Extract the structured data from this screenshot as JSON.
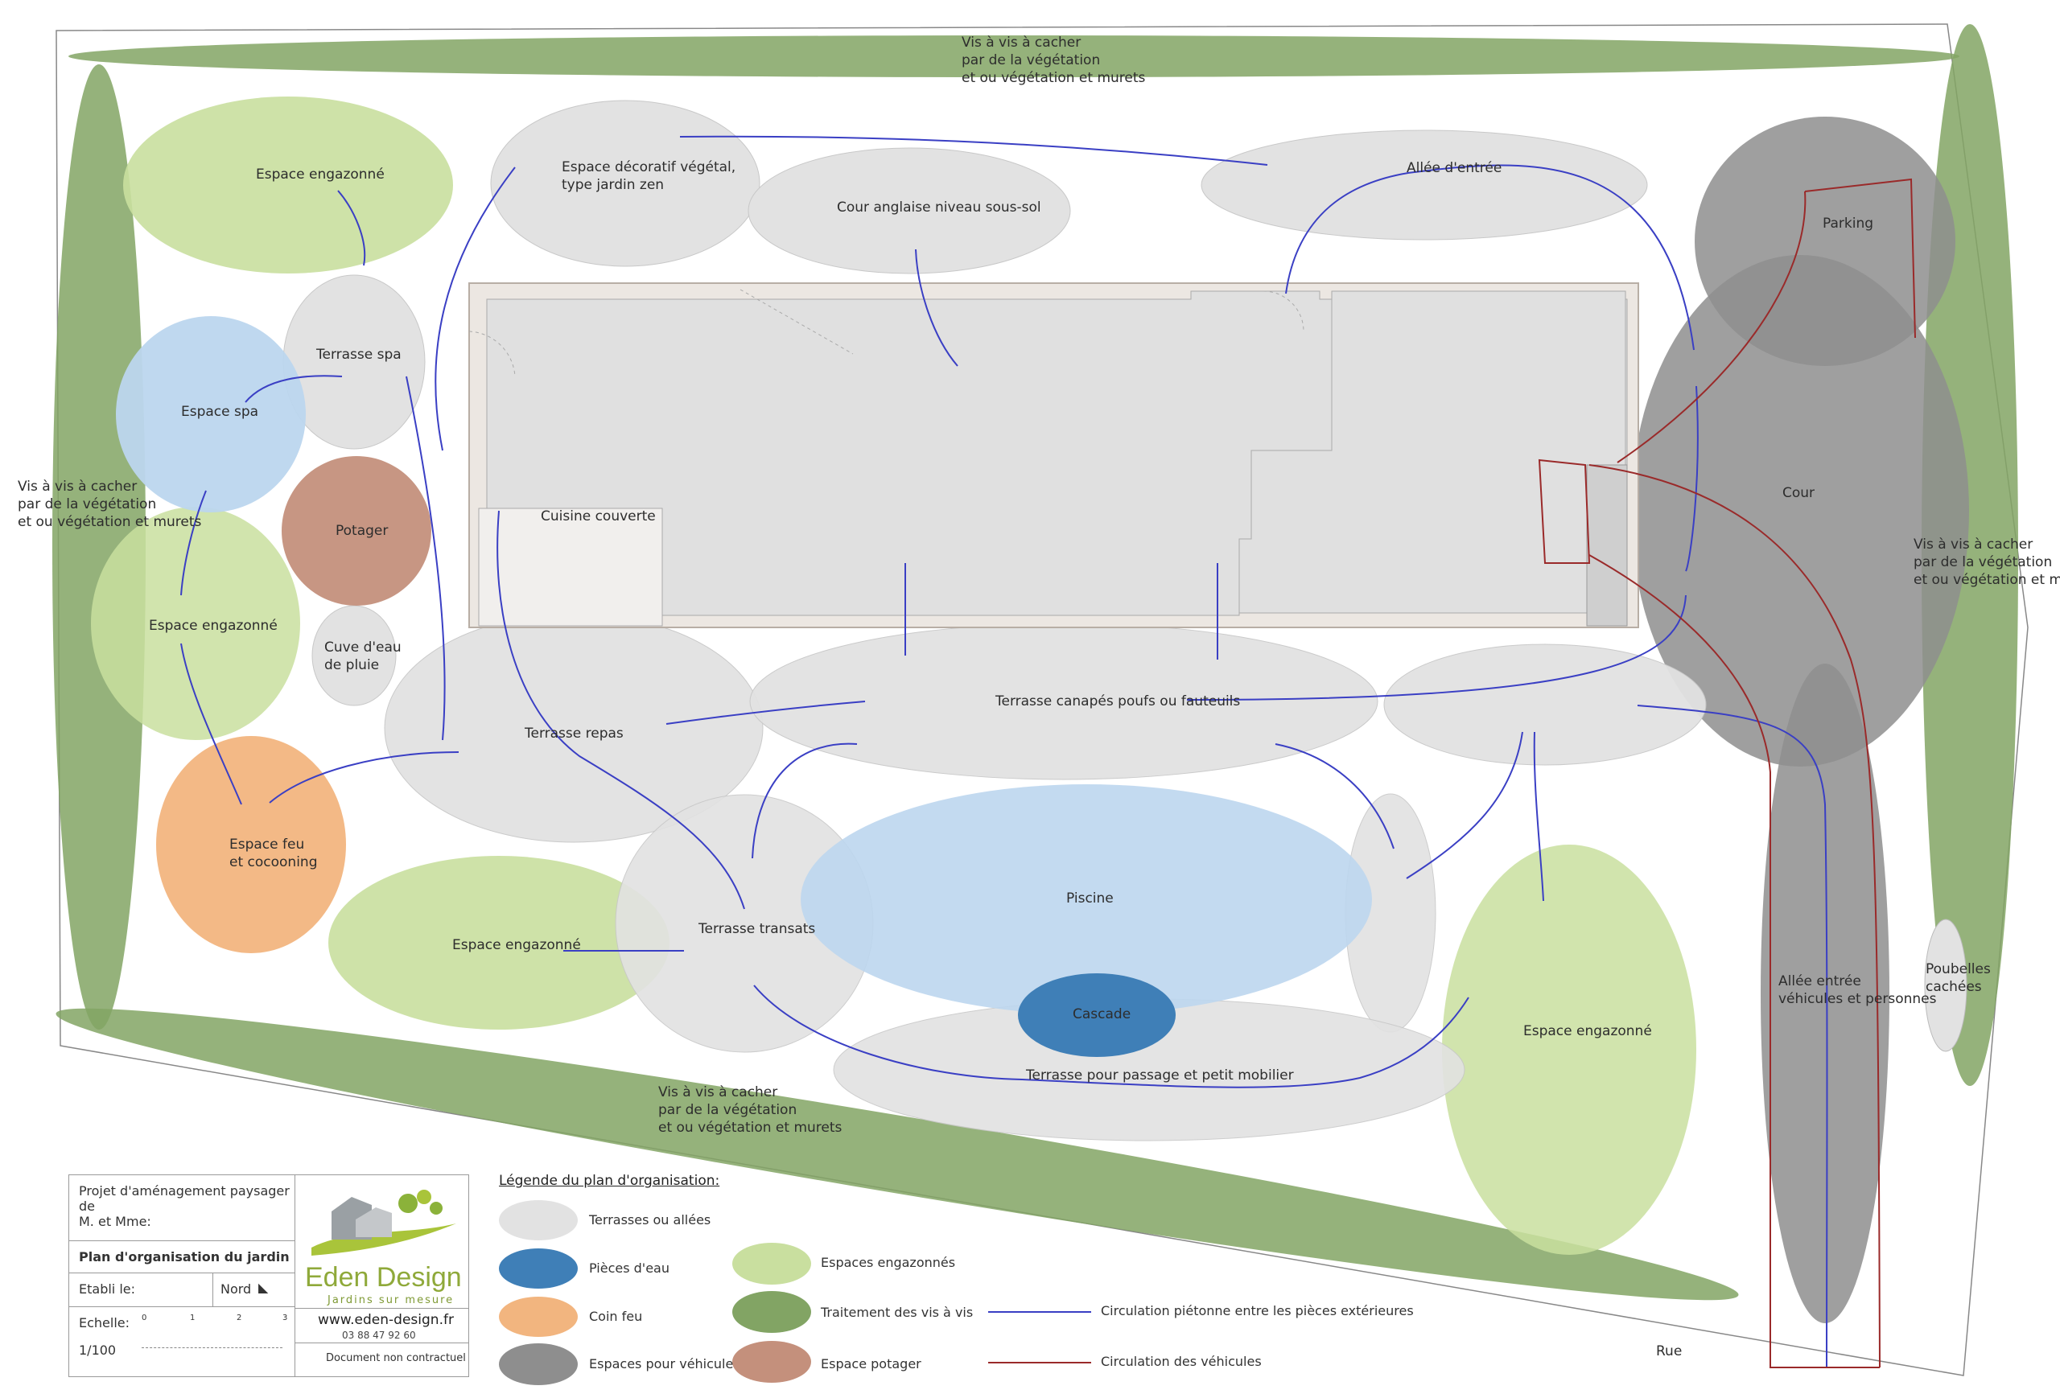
{
  "zones": {
    "vis_a_vis_top": "Vis à vis à cacher\npar de la végétation\net ou végétation et murets",
    "vis_a_vis_left": "Vis à vis à cacher\npar de la végétation\net ou végétation et murets",
    "vis_a_vis_right": "Vis à vis à cacher\npar de la végétation\net ou végétation et murets",
    "vis_a_vis_bottom": "Vis à vis à cacher\npar de la végétation\net ou végétation et murets",
    "espace_engazonne_1": "Espace engazonné",
    "espace_engazonne_2": "Espace engazonné",
    "espace_engazonne_3": "Espace engazonné",
    "espace_engazonne_4": "Espace engazonné",
    "espace_decoratif": "Espace décoratif végétal,\ntype jardin zen",
    "cour_anglaise": "Cour anglaise niveau sous-sol",
    "allee_entree": "Allée d'entrée",
    "parking": "Parking",
    "cour": "Cour",
    "terrasse_spa": "Terrasse spa",
    "espace_spa": "Espace spa",
    "potager": "Potager",
    "cuve": "Cuve d'eau\nde pluie",
    "cuisine": "Cuisine couverte",
    "terrasse_repas": "Terrasse repas",
    "terrasse_canapes": "Terrasse canapés poufs ou fauteuils",
    "espace_feu": "Espace feu\net cocooning",
    "terrasse_transats": "Terrasse transats",
    "piscine": "Piscine",
    "cascade": "Cascade",
    "terrasse_passage": "Terrasse pour passage et petit mobilier",
    "allee_vehicules": "Allée entrée\nvéhicules et personnes",
    "poubelles": "Poubelles\ncachées",
    "rue": "Rue"
  },
  "cartouche": {
    "projet_line1": "Projet d'aménagement paysager de",
    "projet_line2": "M. et Mme:",
    "plan_title": "Plan d'organisation du jardin",
    "etabli": "Etabli le:",
    "nord": "Nord",
    "echelle": "Echelle:",
    "scale_ticks": [
      "0",
      "1",
      "2",
      "3"
    ],
    "ratio": "1/100",
    "brand": "Eden Design",
    "brand_tagline": "Jardins sur mesure",
    "website": "www.eden-design.fr",
    "phone": "03 88 47 92 60",
    "disclaimer": "Document non contractuel"
  },
  "legend": {
    "title": "Légende du plan d'organisation:",
    "items": [
      {
        "label": "Terrasses ou allées",
        "color": "#e2e2e2"
      },
      {
        "label": "Pièces d'eau",
        "color": "#3f7fb7"
      },
      {
        "label": "Coin feu",
        "color": "#f2b57f"
      },
      {
        "label": "Espaces pour véhicules",
        "color": "#8e8e8e"
      },
      {
        "label": "Espaces engazonnés",
        "color": "#c9df9f"
      },
      {
        "label": "Traitement des vis à vis",
        "color": "#82a464"
      },
      {
        "label": "Espace potager",
        "color": "#c4907c"
      },
      {
        "label": "Circulation piétonne entre les pièces extérieures",
        "color": "#3a3fc4"
      },
      {
        "label": "Circulation  des véhicules",
        "color": "#9a2a2a"
      }
    ]
  },
  "colors": {
    "terrace": "#e2e2e2",
    "water": "#3f7fb7",
    "pool": "#bcd6ee",
    "fire": "#f2b57f",
    "vehicle": "#8e8e8e",
    "lawn": "#c9df9f",
    "hedge": "#82a464",
    "potager": "#c4907c",
    "pedestrian": "#3a3fc4",
    "vehicle_route": "#9a2a2a"
  }
}
